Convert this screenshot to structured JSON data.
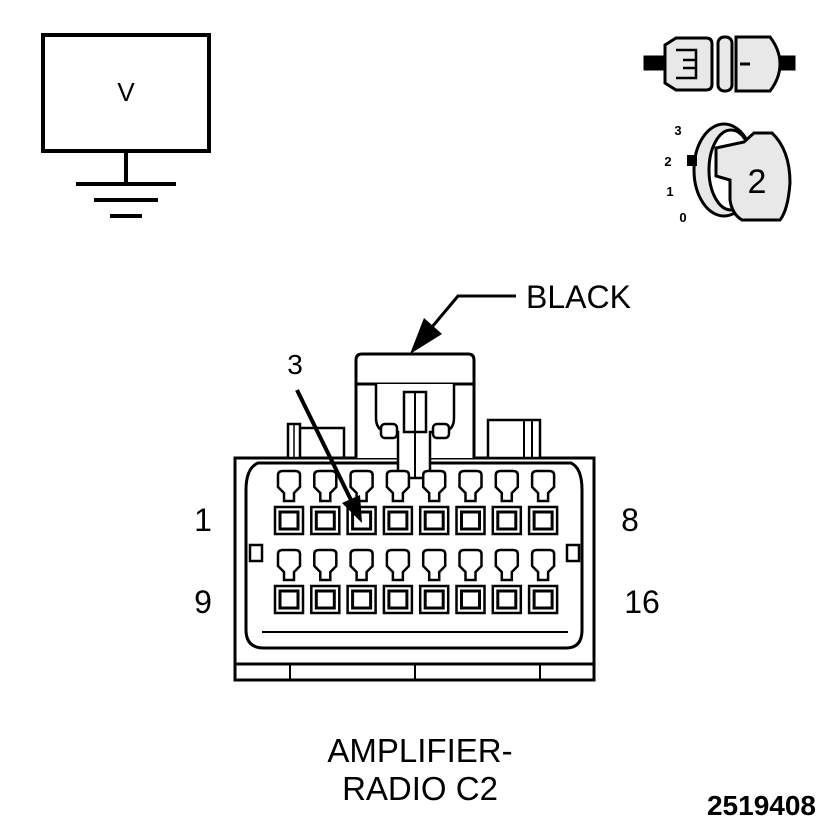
{
  "voltmeter": {
    "label": "V"
  },
  "key_icon": {
    "positions": [
      "3",
      "2",
      "1",
      "0"
    ],
    "key_number": "2"
  },
  "connector": {
    "color_callout": "BLACK",
    "pin_callout": "3",
    "pins_top_left": "1",
    "pins_top_right": "8",
    "pins_bottom_left": "9",
    "pins_bottom_right": "16",
    "rows": 2,
    "pins_per_row": 8
  },
  "caption": {
    "line1": "AMPLIFIER-",
    "line2": "RADIO C2"
  },
  "figure_number": "2519408",
  "colors": {
    "ink": "#000000",
    "key_fill": "#e8e8e8",
    "background": "#ffffff"
  }
}
